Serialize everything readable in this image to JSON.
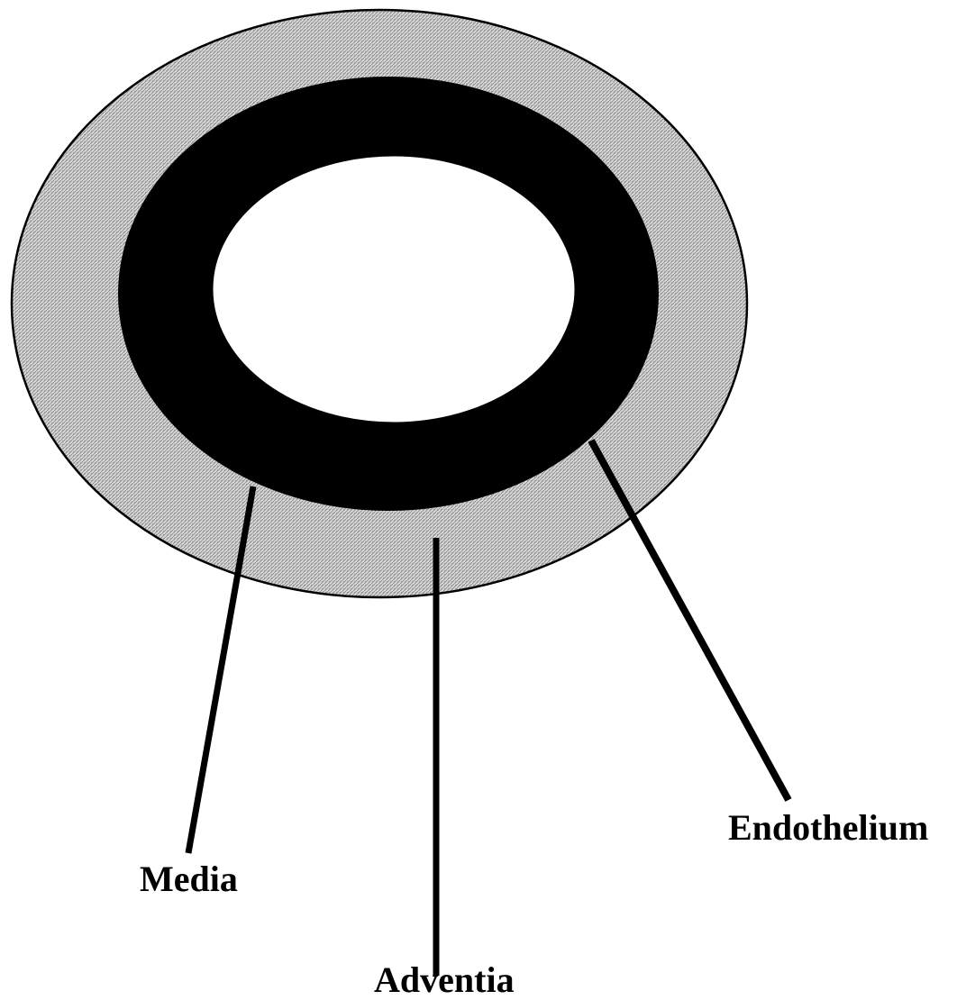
{
  "labels": {
    "endothelium": "Endothelium",
    "media": "Media",
    "adventia": "Adventia"
  },
  "colors": {
    "adventitia_fill": "#c8c8c8",
    "media_fill": "#000000",
    "lumen_fill": "#ffffff",
    "outline": "#000000",
    "leader_line": "#000000",
    "text": "#000000"
  }
}
